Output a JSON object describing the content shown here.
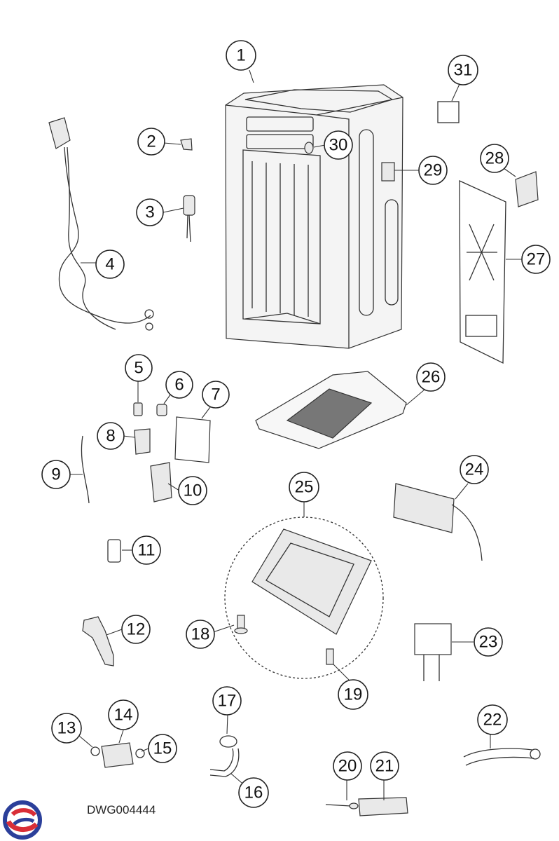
{
  "drawing": {
    "code": "DWG004444",
    "logo_colors": {
      "blue": "#2b3f9a",
      "red": "#d92e37"
    }
  },
  "callouts": [
    "1",
    "2",
    "3",
    "4",
    "5",
    "6",
    "7",
    "8",
    "9",
    "10",
    "11",
    "12",
    "13",
    "14",
    "15",
    "16",
    "17",
    "18",
    "19",
    "20",
    "21",
    "22",
    "23",
    "24",
    "25",
    "26",
    "27",
    "28",
    "29",
    "30",
    "31"
  ]
}
